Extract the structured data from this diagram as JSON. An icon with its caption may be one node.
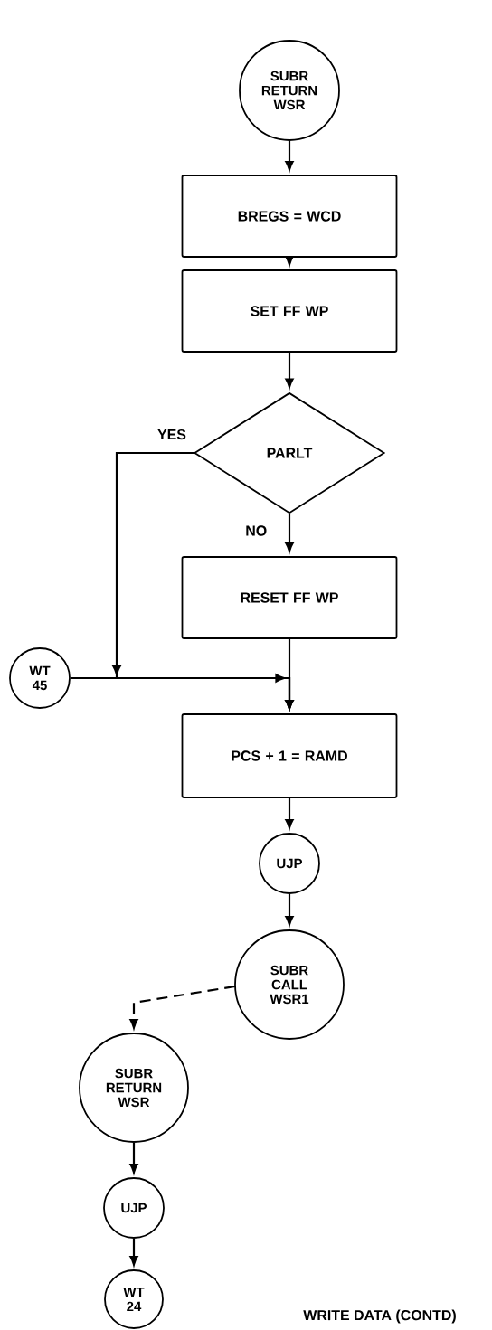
{
  "diagram": {
    "nodes": [
      {
        "text": [
          "SUBR RETURN WSR"
        ]
      },
      {
        "text": [
          "BREGS = WCD"
        ]
      },
      {
        "text": [
          "SET FF WP"
        ]
      },
      {
        "text": [
          "PARLT"
        ]
      },
      {
        "text": [
          "RESET FF WP"
        ]
      },
      {
        "text": [
          "WT 45"
        ]
      },
      {
        "text": [
          "PCS + 1 = RAMD"
        ]
      },
      {
        "text": [
          "UJP"
        ]
      },
      {
        "text": [
          "SUBR CALL WSR1"
        ]
      },
      {
        "text": [
          "SUBR RETURN WSR"
        ]
      },
      {
        "text": [
          "UJP"
        ]
      },
      {
        "text": [
          "WT 24"
        ]
      }
    ],
    "edges": [
      {
        "from": 0,
        "to": 1,
        "arrow": "to"
      },
      {
        "from": 1,
        "to": 2,
        "arrow": "to"
      },
      {
        "from": 2,
        "to": 3,
        "arrow": "to"
      },
      {
        "from": 3,
        "to": 4,
        "arrow": "to",
        "label": "NO"
      },
      {
        "from": 3,
        "to": 6,
        "arrow": "to",
        "label": "YES"
      },
      {
        "from": 5,
        "to": 6,
        "arrow": "to"
      },
      {
        "from": 4,
        "to": 6,
        "arrow": "to"
      },
      {
        "from": 6,
        "to": 7,
        "arrow": "to"
      },
      {
        "from": 7,
        "to": 8,
        "arrow": "to"
      },
      {
        "from": 8,
        "to": 9,
        "arrow": "to",
        "style": "dashed"
      },
      {
        "from": 9,
        "to": 10,
        "arrow": "to"
      },
      {
        "from": 10,
        "to": 11,
        "arrow": "to"
      }
    ],
    "labels": [
      "WRITE DATA (CONTD)"
    ]
  }
}
